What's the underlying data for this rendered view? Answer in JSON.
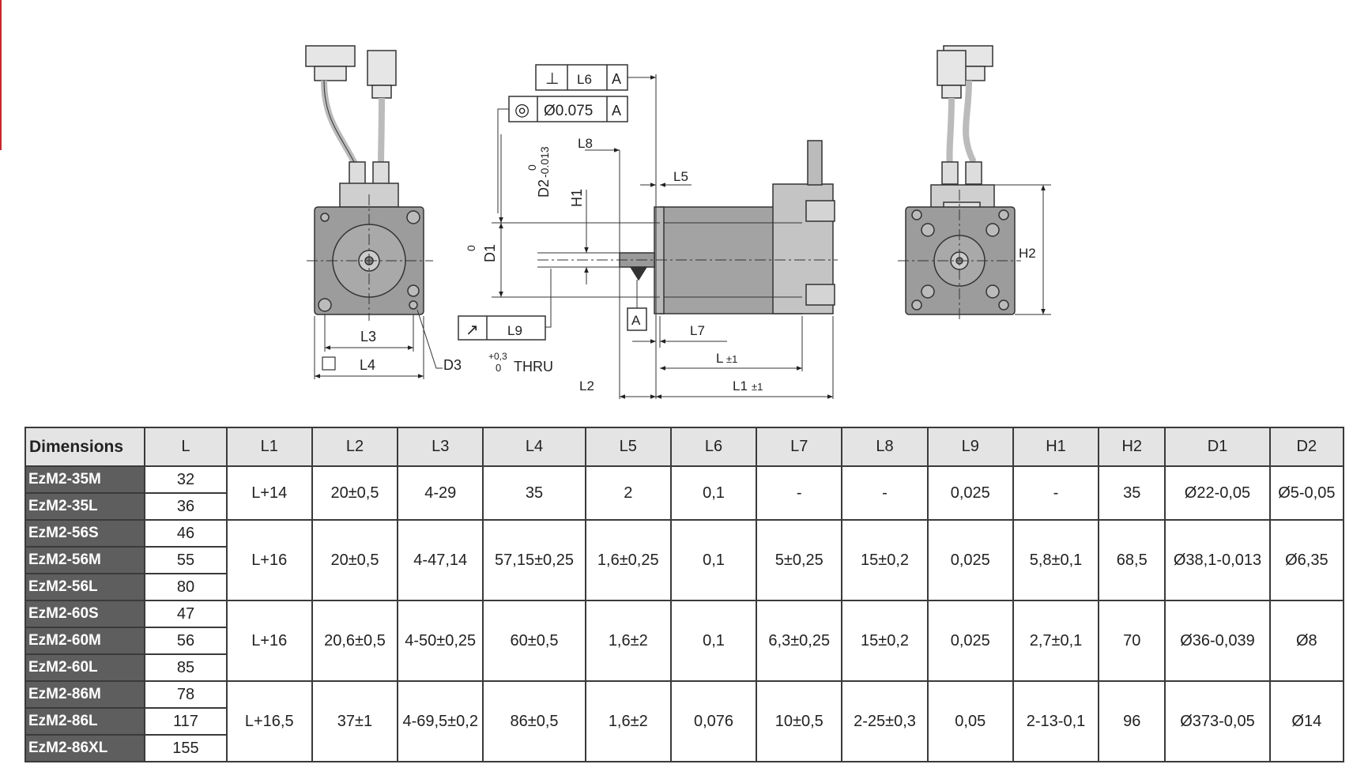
{
  "drawing": {
    "top_gdt": {
      "symbol": "⊥",
      "value": "L6",
      "datum": "A"
    },
    "conc_gdt": {
      "symbol": "◎",
      "value": "Ø0.075",
      "datum": "A"
    },
    "runout_gdt": {
      "symbol": "↗",
      "value": "L9"
    },
    "labels": {
      "L8": "L8",
      "L5": "L5",
      "H1": "H1",
      "D2": "D2",
      "D2_tol": "-0.013",
      "D2_zero": "0",
      "D1": "D1",
      "D1_zero": "0",
      "datum_A": "A",
      "L7": "L7",
      "L": "L",
      "L_tol": "±1",
      "L1": "L1",
      "L1_tol": "±1",
      "L2": "L2",
      "L3": "L3",
      "L4": "L4",
      "D3": "D3",
      "thru_upper": "+0,3",
      "thru_lower": "0",
      "thru": "THRU",
      "H2": "H2"
    }
  },
  "table": {
    "headers": [
      "Dimensions",
      "L",
      "L1",
      "L2",
      "L3",
      "L4",
      "L5",
      "L6",
      "L7",
      "L8",
      "L9",
      "H1",
      "H2",
      "D1",
      "D2"
    ],
    "groups": [
      {
        "models": [
          {
            "name": "EzM2-35M",
            "L": "32"
          },
          {
            "name": "EzM2-35L",
            "L": "36"
          }
        ],
        "values": [
          "L+14",
          "20±0,5",
          "4-29",
          "35",
          "2",
          "0,1",
          "-",
          "-",
          "0,025",
          "-",
          "35",
          "Ø22-0,05",
          "Ø5-0,05"
        ]
      },
      {
        "models": [
          {
            "name": "EzM2-56S",
            "L": "46"
          },
          {
            "name": "EzM2-56M",
            "L": "55"
          },
          {
            "name": "EzM2-56L",
            "L": "80"
          }
        ],
        "values": [
          "L+16",
          "20±0,5",
          "4-47,14",
          "57,15±0,25",
          "1,6±0,25",
          "0,1",
          "5±0,25",
          "15±0,2",
          "0,025",
          "5,8±0,1",
          "68,5",
          "Ø38,1-0,013",
          "Ø6,35"
        ]
      },
      {
        "models": [
          {
            "name": "EzM2-60S",
            "L": "47"
          },
          {
            "name": "EzM2-60M",
            "L": "56"
          },
          {
            "name": "EzM2-60L",
            "L": "85"
          }
        ],
        "values": [
          "L+16",
          "20,6±0,5",
          "4-50±0,25",
          "60±0,5",
          "1,6±2",
          "0,1",
          "6,3±0,25",
          "15±0,2",
          "0,025",
          "2,7±0,1",
          "70",
          "Ø36-0,039",
          "Ø8"
        ]
      },
      {
        "models": [
          {
            "name": "EzM2-86M",
            "L": "78"
          },
          {
            "name": "EzM2-86L",
            "L": "117"
          },
          {
            "name": "EzM2-86XL",
            "L": "155"
          }
        ],
        "values": [
          "L+16,5",
          "37±1",
          "4-69,5±0,2",
          "86±0,5",
          "1,6±2",
          "0,076",
          "10±0,5",
          "2-25±0,3",
          "0,05",
          "2-13-0,1",
          "96",
          "Ø373-0,05",
          "Ø14"
        ]
      }
    ]
  }
}
